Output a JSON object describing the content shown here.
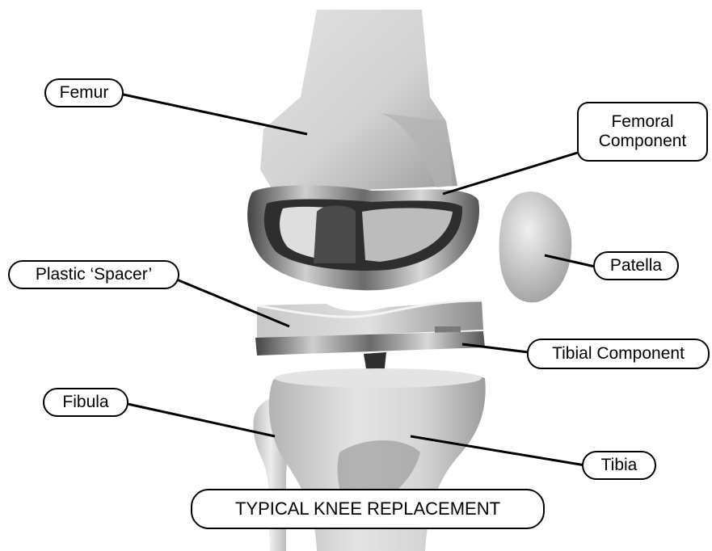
{
  "labels": {
    "femur": "Femur",
    "femoral_component_line1": "Femoral",
    "femoral_component_line2": "Component",
    "patella": "Patella",
    "plastic_spacer": "Plastic ‘Spacer’",
    "tibial_component": "Tibial Component",
    "fibula": "Fibula",
    "tibia": "Tibia"
  },
  "title": "TYPICAL KNEE REPLACEMENT",
  "colors": {
    "bone_light": "#e6e6e6",
    "bone_shadow": "#9a9a9a",
    "metal_light": "#d9d9d9",
    "metal_dark": "#3a3a3a",
    "leader_line": "#000000",
    "callout_border": "#000000"
  }
}
